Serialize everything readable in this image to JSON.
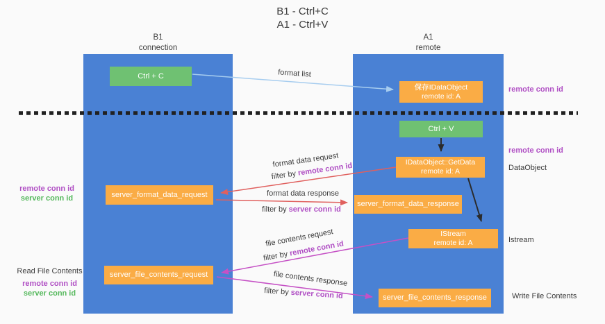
{
  "title": {
    "line1": "B1 - Ctrl+C",
    "line2": "A1 - Ctrl+V"
  },
  "columns": {
    "left": {
      "name": "B1",
      "role": "connection"
    },
    "right": {
      "name": "A1",
      "role": "remote"
    }
  },
  "nodes": {
    "ctrl_c": "Ctrl + C",
    "ctrl_v": "Ctrl + V",
    "save_dataobject": {
      "line1": "保存IDataObject",
      "line2": "remote id: A"
    },
    "getdata": {
      "line1": "IDataObject::GetData",
      "line2": "remote id: A"
    },
    "istream": {
      "line1": "IStream",
      "line2": "remote id: A"
    },
    "server_format_data_request": "server_format_data_request",
    "server_format_data_response": "server_format_data_response",
    "server_file_contents_request": "server_file_contents_request",
    "server_file_contents_response": "server_file_contents_response"
  },
  "arrow_labels": {
    "format_list": "format list",
    "format_data_request": "format data request",
    "format_data_response": "format data response",
    "file_contents_request": "file contents request",
    "file_contents_response": "file contents response",
    "filter_by": "filter by",
    "remote_conn_id": "remote conn id",
    "server_conn_id": "server conn id"
  },
  "side_labels": {
    "remote_conn_id": "remote conn id",
    "server_conn_id": "server conn id",
    "dataobject": "DataObject",
    "istream": "Istream",
    "read_file_contents": "Read File Contents",
    "write_file_contents": "Write File Contents"
  },
  "colors": {
    "lifeline_blue": "#4a81d4",
    "node_orange": "#faac45",
    "node_green": "#6fc172",
    "arrow_lightblue": "#a7cdef",
    "arrow_red": "#e0605e",
    "arrow_magenta": "#c551c5",
    "arrow_black": "#2b2b2b",
    "text_purple": "#b04fc4",
    "text_green": "#55b85c"
  }
}
